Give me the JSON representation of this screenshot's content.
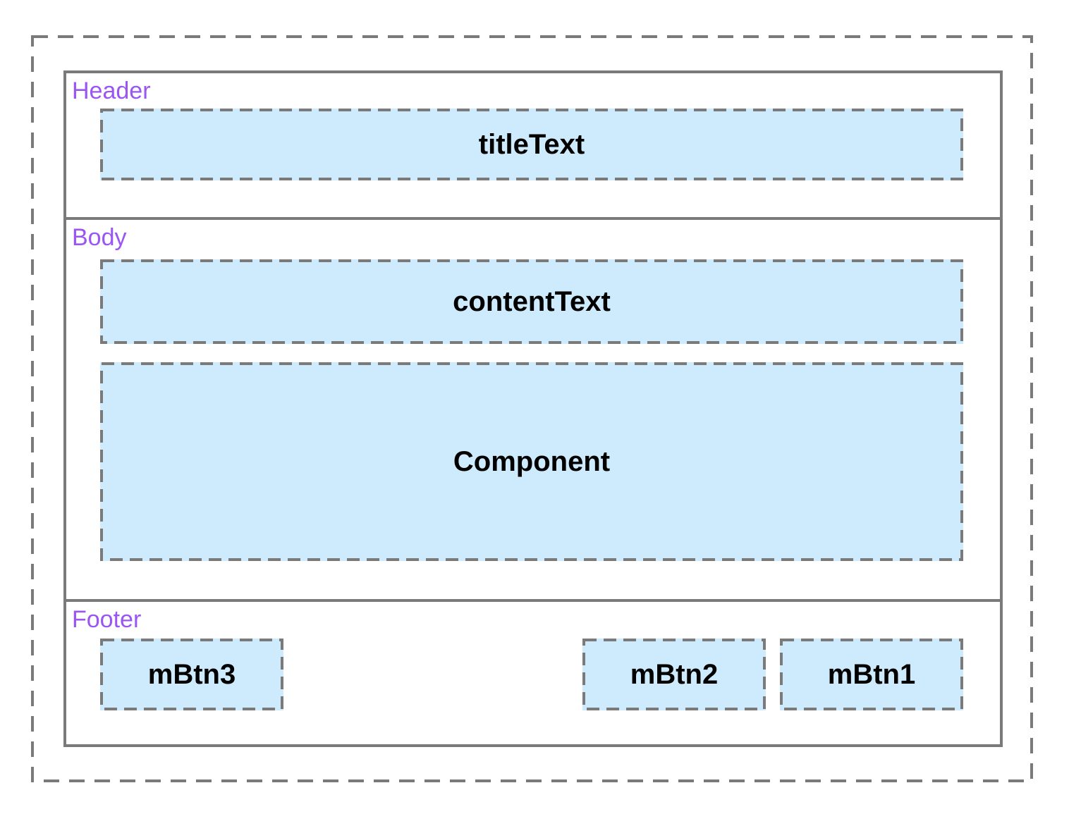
{
  "colors": {
    "frame_border": "#7a7a7a",
    "section_label": "#9a55f2",
    "slot_fill": "#cdebfd",
    "slot_text": "#000000"
  },
  "header": {
    "label": "Header",
    "title_slot": "titleText"
  },
  "body": {
    "label": "Body",
    "content_slot": "contentText",
    "component_slot": "Component"
  },
  "footer": {
    "label": "Footer",
    "buttons": [
      "mBtn3",
      "mBtn2",
      "mBtn1"
    ]
  }
}
